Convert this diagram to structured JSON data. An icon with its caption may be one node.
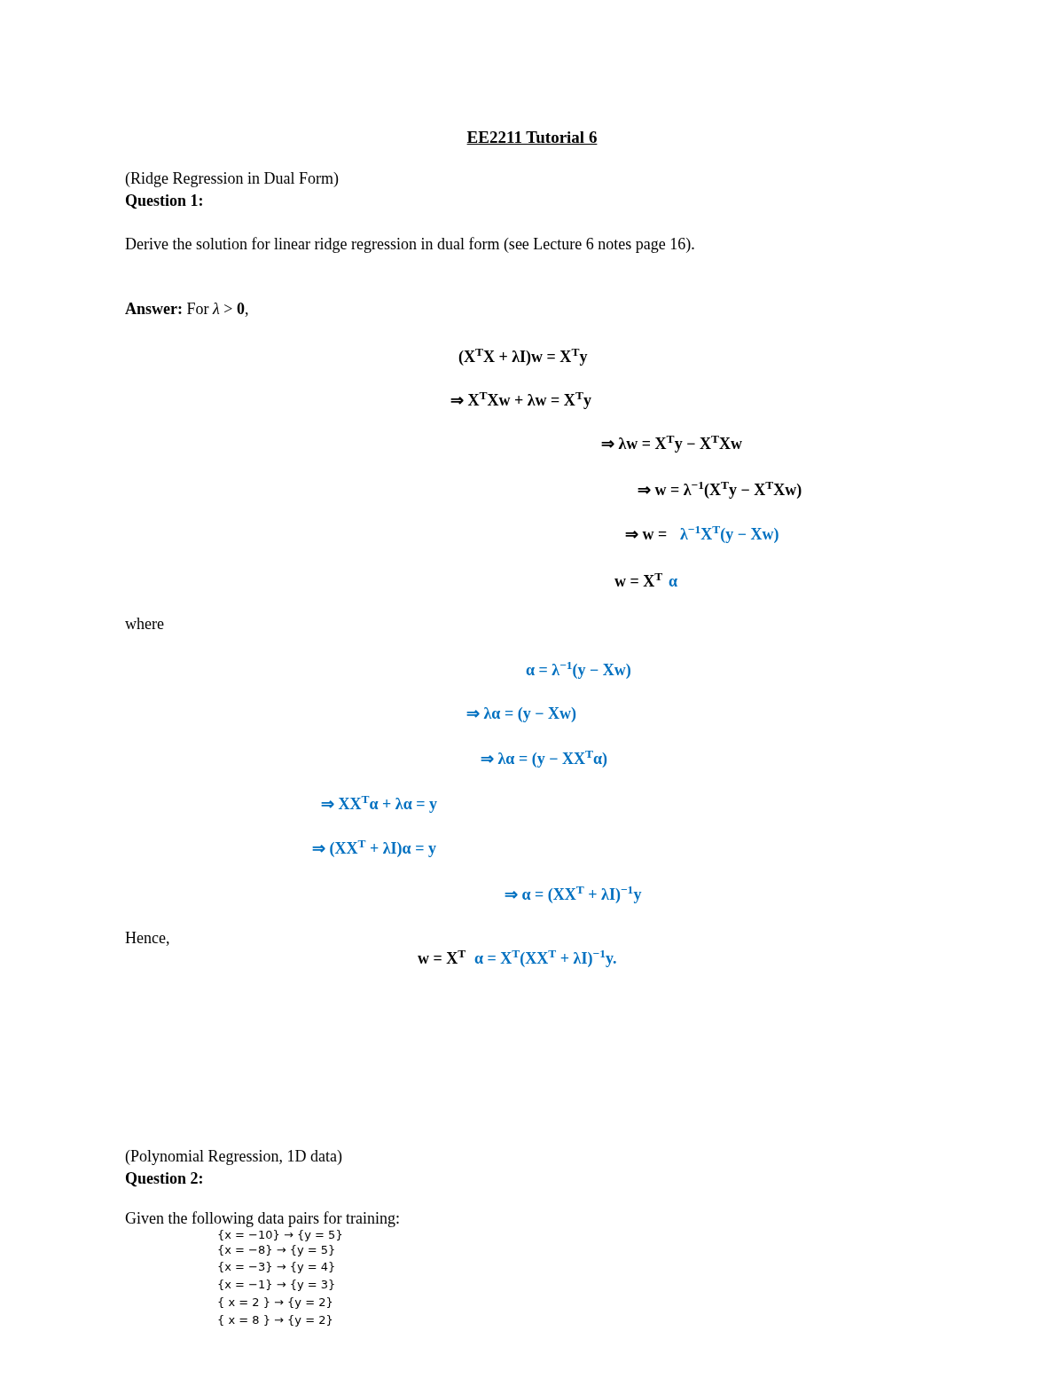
{
  "diagram": {
    "title": "EE2211 Tutorial 6",
    "labels": [
      "(Ridge Regression in Dual Form)",
      "Question 1:",
      "Derive the solution for linear ridge regression in dual form (see Lecture 6 notes page 16).",
      "**Answer:** For *λ* > **0**,",
      "(X$^{T}$X + λI)w = X$^{T}$y",
      "⇒ X$^{T}$Xw + λw = X$^{T}$y",
      "⇒ λw = X$^{T}$y − X$^{T}$Xw",
      "⇒ w = λ$^{−1}$(X$^{T}$y − X$^{T}$Xw)",
      "⇒ w =",
      "λ$^{−1}$X$^{T}$(y − Xw)",
      "w = X$^{T}$",
      "α",
      "where",
      "α = λ$^{−1}$(y − Xw)",
      "⇒ λα = (y − Xw)",
      "⇒ λα = (y − XX$^{T}$α)",
      "⇒ XX$^{T}$α + λα = y",
      "⇒ (XX$^{T}$ + λI)α = y",
      "⇒ α = (XX$^{T}$ + λI)$^{−1}$y",
      "Hence,",
      "w = X$^{T}$",
      "α = X$^{T}$(XX$^{T}$ + λI)$^{−1}$y.",
      "(Polynomial Regression, 1D data)",
      "Question 2:",
      "Given the following data pairs for training:",
      "{x = −10} → {y = 5}",
      "{x = −8} → {y = 5}",
      "{x = −3} → {y = 4}",
      "{x = −1} → {y = 3}",
      "{ x = 2 } → {y = 2}",
      "{ x = 8 } → {y = 2}"
    ]
  }
}
